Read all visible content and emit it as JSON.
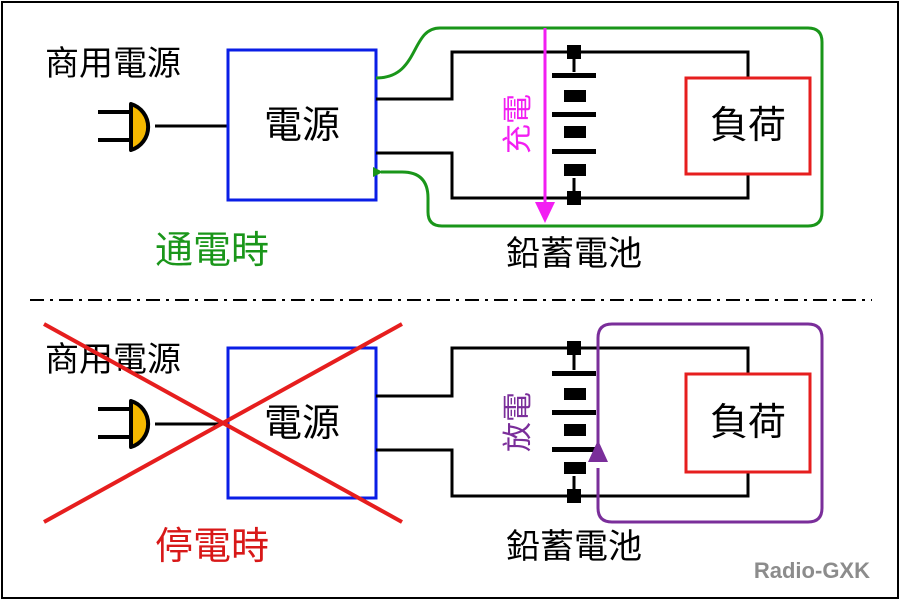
{
  "top": {
    "commercial_power_label": "商用電源",
    "power_supply_label": "電源",
    "battery_label": "鉛蓄電池",
    "load_label": "負荷",
    "flow_label": "充電",
    "state_label": "通電時"
  },
  "bottom": {
    "commercial_power_label": "商用電源",
    "power_supply_label": "電源",
    "battery_label": "鉛蓄電池",
    "load_label": "負荷",
    "flow_label": "放電",
    "state_label": "停電時"
  },
  "watermark": "Radio-GXK",
  "colors": {
    "power_supply_border": "#0a1ee6",
    "load_border": "#e61e1e",
    "charge_path": "#1a961a",
    "charge_arrow": "#f21ef2",
    "discharge_path": "#7a2e9a",
    "outage_cross": "#e61e1e",
    "plug_fill": "#f5b800",
    "normal_state_text": "#1a961a",
    "outage_state_text": "#d81818",
    "watermark_text": "#8c8c8c"
  }
}
